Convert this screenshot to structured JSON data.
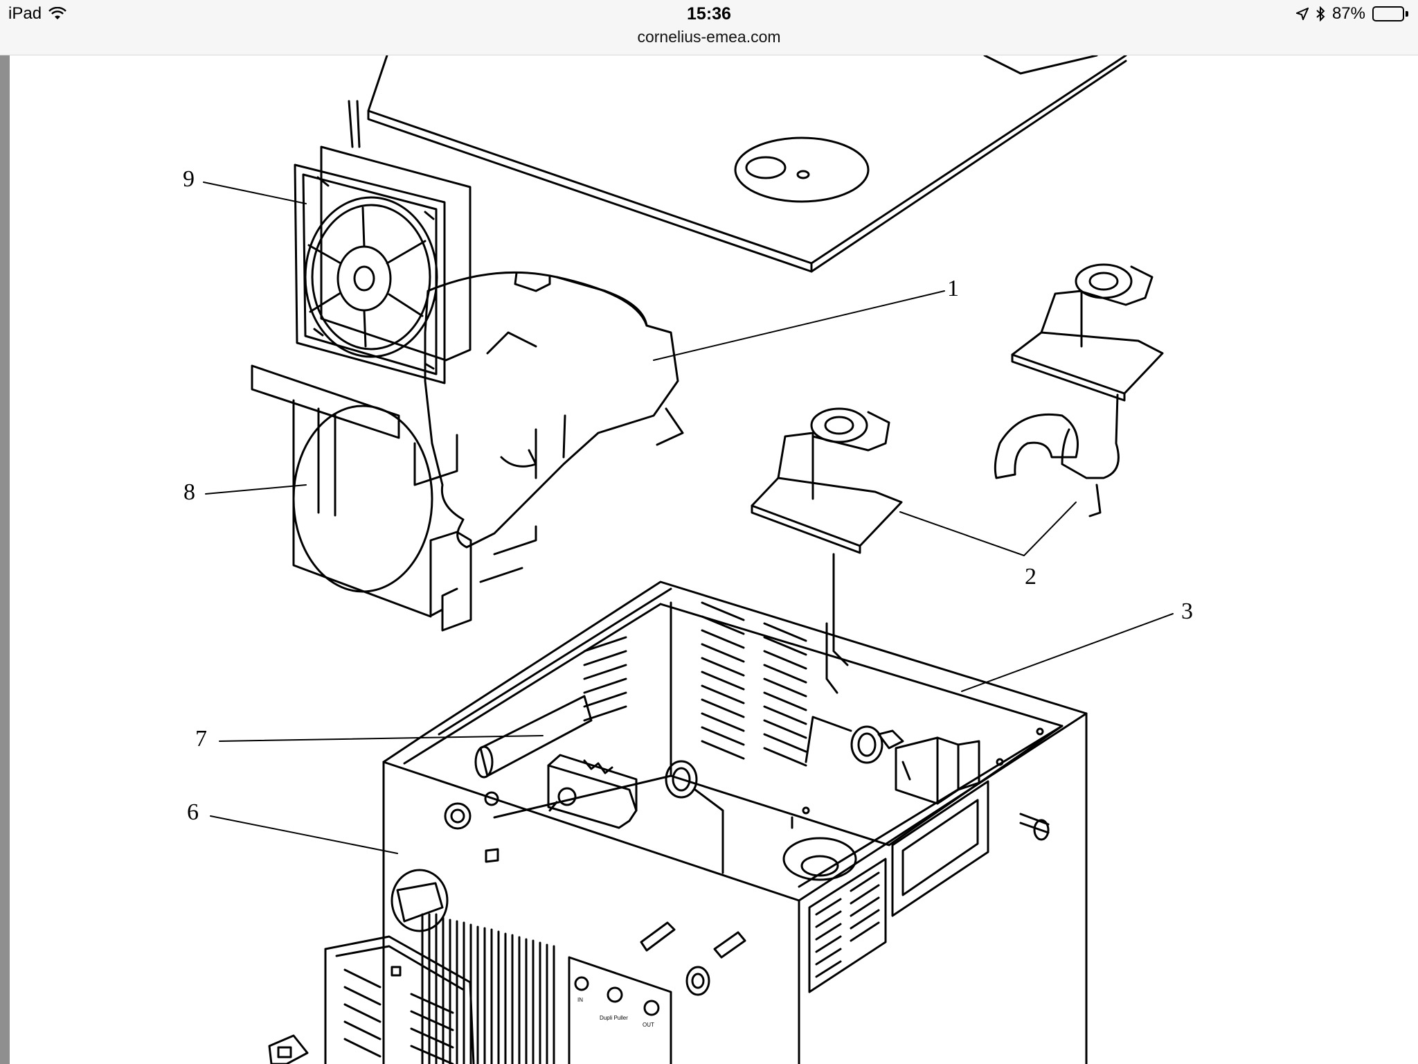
{
  "status_bar": {
    "device": "iPad",
    "time": "15:36",
    "url": "cornelius-emea.com",
    "battery_percent": "87%",
    "battery_level": 0.87,
    "icons": [
      "wifi-icon",
      "location-icon",
      "bluetooth-icon",
      "battery-icon"
    ]
  },
  "diagram": {
    "callouts": [
      {
        "id": "9",
        "label": "9"
      },
      {
        "id": "8",
        "label": "8"
      },
      {
        "id": "1",
        "label": "1"
      },
      {
        "id": "2",
        "label": "2"
      },
      {
        "id": "3",
        "label": "3"
      },
      {
        "id": "7",
        "label": "7"
      },
      {
        "id": "6",
        "label": "6"
      }
    ],
    "panel_labels": {
      "in": "IN",
      "mid": "Dupli Puller",
      "out": "OUT"
    }
  }
}
